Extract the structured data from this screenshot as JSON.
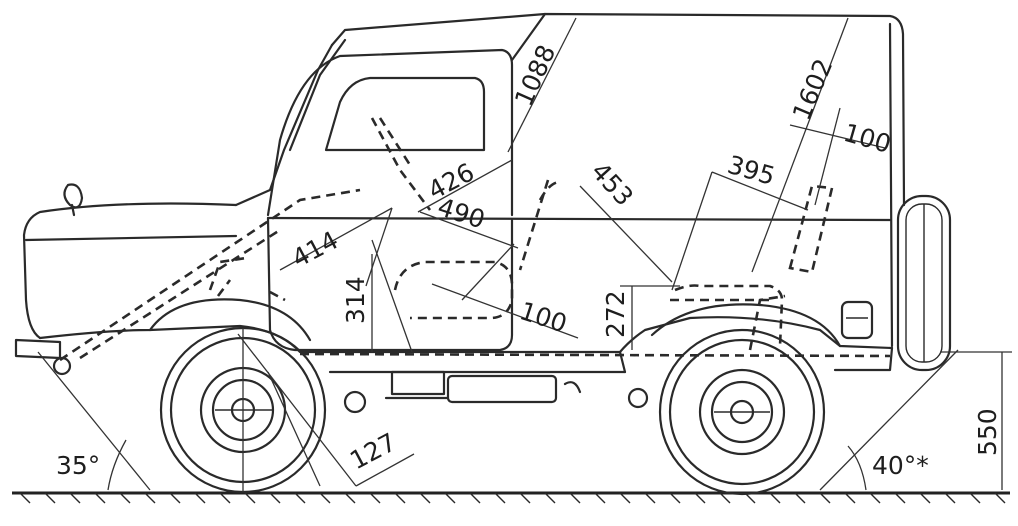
{
  "diagram": {
    "dimensions": [
      {
        "id": "d1088",
        "text": "1088"
      },
      {
        "id": "d1602",
        "text": "1602"
      },
      {
        "id": "d100top",
        "text": "100"
      },
      {
        "id": "d426",
        "text": "426"
      },
      {
        "id": "d490",
        "text": "490"
      },
      {
        "id": "d453",
        "text": "453"
      },
      {
        "id": "d395",
        "text": "395"
      },
      {
        "id": "d414",
        "text": "414"
      },
      {
        "id": "d314",
        "text": "314"
      },
      {
        "id": "d272",
        "text": "272"
      },
      {
        "id": "d100mid",
        "text": "100"
      },
      {
        "id": "d127",
        "text": "127"
      },
      {
        "id": "d550",
        "text": "550"
      }
    ],
    "angles": {
      "front": "35°",
      "rear": "40°*"
    },
    "colors": {
      "ink": "#2a2a2a",
      "paper": "#ffffff"
    }
  }
}
